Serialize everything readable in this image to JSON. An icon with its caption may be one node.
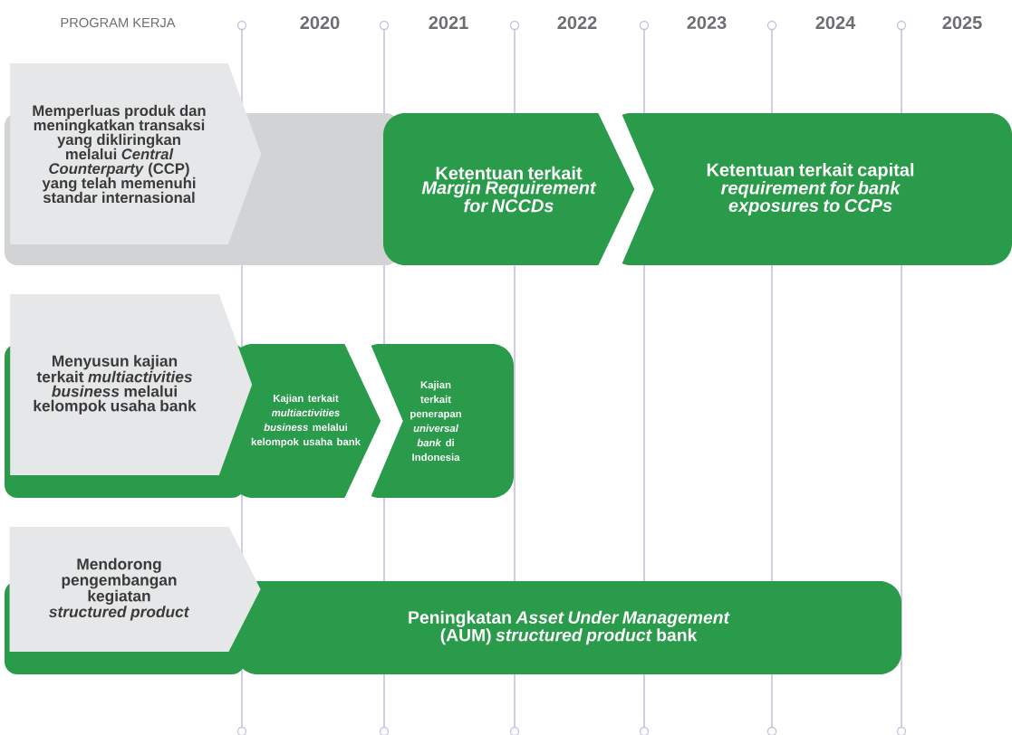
{
  "diagram": {
    "nodes": [
      {
        "text": [
          "Memperluas produk dan meningkatkan transaksi yang dikliringkan melalui *Central Counterparty* (CCP) yang telah memenuhi standar internasional"
        ]
      },
      {
        "text": [
          "Ketentuan terkait *Margin Requirement for NCCDs*"
        ]
      },
      {
        "text": [
          "Ketentuan terkait capital *requirement for bank exposures to CCPs*"
        ]
      },
      {
        "text": [
          "Menyusun kajian terkait *multiactivities business* melalui kelompok usaha bank"
        ]
      },
      {
        "text": [
          "Kajian terkait *multiactivities business* melalui kelompok usaha bank"
        ]
      },
      {
        "text": [
          "Kajian terkait penerapan *universal bank* di Indonesia"
        ]
      },
      {
        "text": [
          "Mendorong pengembangan kegiatan *structured product*"
        ]
      },
      {
        "text": [
          "Peningkatan *Asset Under Management* (AUM) *structured product* bank"
        ]
      }
    ],
    "edges": [
      {
        "from": 1,
        "to": 2,
        "arrow": "to"
      },
      {
        "from": 4,
        "to": 5,
        "arrow": "to"
      }
    ],
    "labels": [
      "PROGRAM KERJA",
      "2020",
      "2021",
      "2022",
      "2023",
      "2024",
      "2025"
    ]
  }
}
